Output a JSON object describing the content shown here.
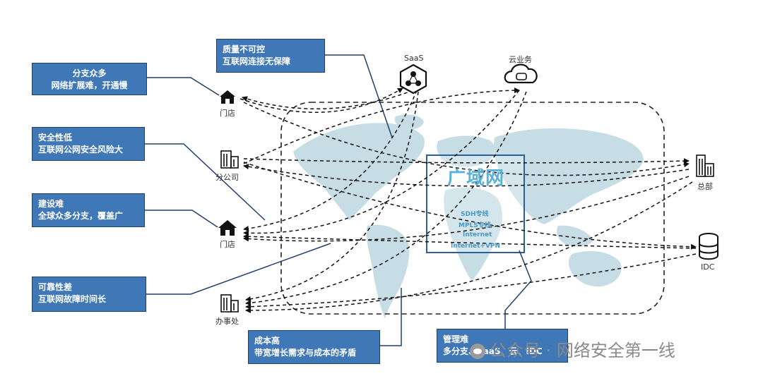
{
  "callouts": {
    "branch_many": {
      "line1": "分支众多",
      "line2": "网络扩展难，开通慢"
    },
    "security": {
      "line1": "安全性低",
      "line2": "互联网公网安全风险大"
    },
    "build": {
      "line1": "建设难",
      "line2": "全球众多分支，覆盖广"
    },
    "reliability": {
      "line1": "可靠性差",
      "line2": "互联网故障时间长"
    },
    "quality": {
      "line1": "质量不可控",
      "line2": "互联网连接无保障"
    },
    "cost": {
      "line1": "成本高",
      "line2": "带宽增长需求与成本的矛盾"
    },
    "manage": {
      "line1": "管理难",
      "line2": "多分支、SaaS、云、IDC"
    }
  },
  "nodes": {
    "store1": "门店",
    "branch_company": "分公司",
    "store2": "门店",
    "office": "办事处",
    "saas": "SaaS",
    "cloud": "云业务",
    "hq": "总部",
    "idc": "IDC"
  },
  "wan": {
    "title": "广域网",
    "lines": [
      "SDH专线",
      "MPLS专线",
      "Internet",
      "Internet+VPN"
    ]
  },
  "watermark": "公众号 · 网络安全第一线",
  "colors": {
    "callout_bg": "#3f77b7",
    "map": "#c6dde6",
    "wan_border": "#2c5f9a"
  }
}
